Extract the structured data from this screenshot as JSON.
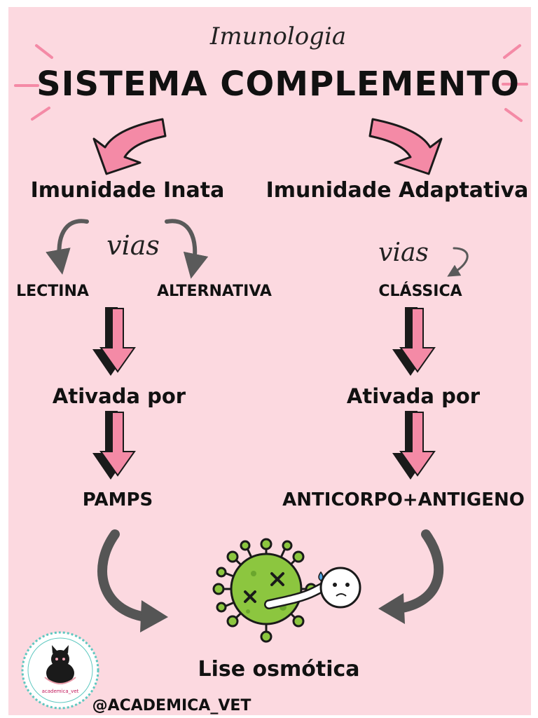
{
  "header": {
    "script_title": "Imunologia",
    "main_title": "SISTEMA COMPLEMENTO"
  },
  "left_branch": {
    "title": "Imunidade Inata",
    "vias_label": "vias",
    "pathways": [
      "LECTINA",
      "ALTERNATIVA"
    ],
    "activated_by": "Ativada por",
    "trigger": "PAMPS"
  },
  "right_branch": {
    "title": "Imunidade Adaptativa",
    "vias_label": "vias",
    "pathways": [
      "CLÁSSICA"
    ],
    "activated_by": "Ativada por",
    "trigger": "ANTICORPO+ANTIGENO"
  },
  "outcome": {
    "label": "Lise osmótica",
    "illustration": "dead-virus-icon"
  },
  "footer": {
    "handle": "@ACADEMICA_VET",
    "logo_text": "academica_vet"
  },
  "colors": {
    "background": "#fcd9e0",
    "arrow_pink": "#f48aa6",
    "arrow_dark": "#1a1a1a",
    "curve_gray": "#5a5a5a",
    "virus_green": "#8cc63f",
    "logo_ring": "#5fc8c0"
  }
}
